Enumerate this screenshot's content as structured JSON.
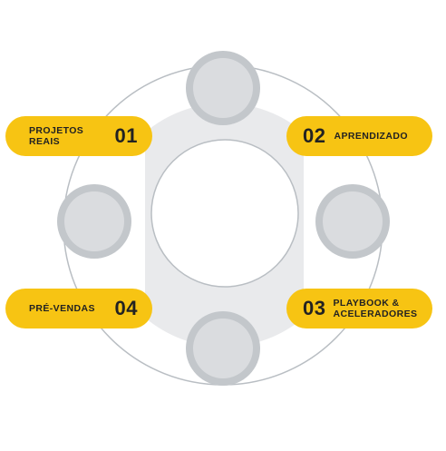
{
  "colors": {
    "pill": "#f7c413",
    "pill_text": "#222222",
    "outer_ring": "#b9bec3",
    "inner_disc": "#e9eaec",
    "node_fill": "#dadcdf",
    "node_ring": "#c3c7cb"
  },
  "steps": [
    {
      "number": "01",
      "label_line1": "PROJETOS",
      "label_line2": "REAIS"
    },
    {
      "number": "02",
      "label_line1": "APRENDIZADO",
      "label_line2": ""
    },
    {
      "number": "03",
      "label_line1": "PLAYBOOK &",
      "label_line2": "ACELERADORES"
    },
    {
      "number": "04",
      "label_line1": "PRÉ-VENDAS",
      "label_line2": ""
    }
  ]
}
